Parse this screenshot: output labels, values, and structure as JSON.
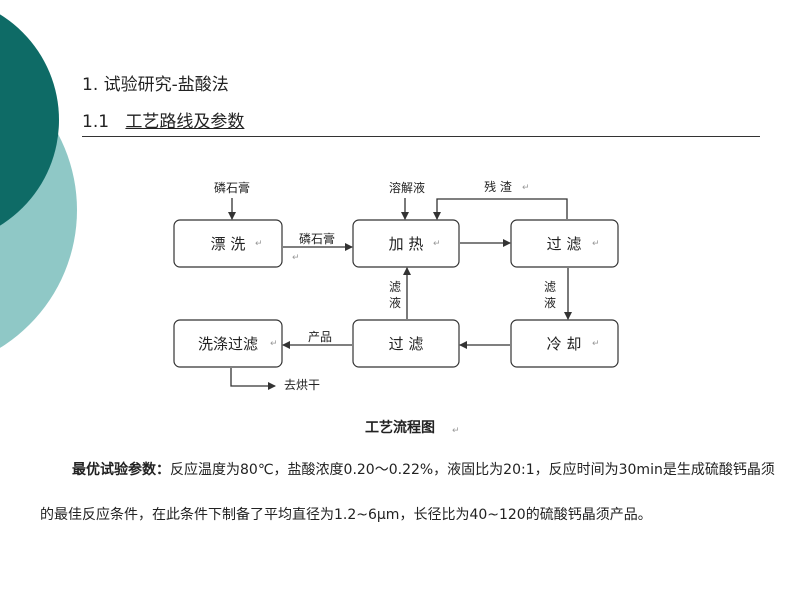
{
  "colors": {
    "accent_dark": "#0e6b66",
    "accent_light": "#8fc8c6",
    "text": "#222222",
    "line": "#333333"
  },
  "heading1": {
    "num": "1.",
    "text": "试验研究-盐酸法"
  },
  "heading2": {
    "num": "1.1",
    "text": "工艺路线及参数"
  },
  "flowchart": {
    "boxes": {
      "bleach": "漂 洗",
      "heat": "加 热",
      "filter1": "过 滤",
      "filter2": "过 滤",
      "cool": "冷 却",
      "wash_filter": "洗涤过滤"
    },
    "labels": {
      "phosphogypsum_in": "磷石膏",
      "phosphogypsum_mid": "磷石膏",
      "dissolving_liquid": "溶解液",
      "residue": "残 渣",
      "filtrate_left_1": "滤",
      "filtrate_left_2": "液",
      "filtrate_right_1": "滤",
      "filtrate_right_2": "液",
      "product": "产品",
      "to_dry": "去烘干"
    }
  },
  "caption": "工艺流程图",
  "paragraph": {
    "label": "最优试验参数：",
    "text": "反应温度为80℃，盐酸浓度0.20～0.22%，液固比为20:1，反应时间为30min是生成硫酸钙晶须的最佳反应条件，在此条件下制备了平均直径为1.2~6μm，长径比为40~120的硫酸钙晶须产品。"
  }
}
